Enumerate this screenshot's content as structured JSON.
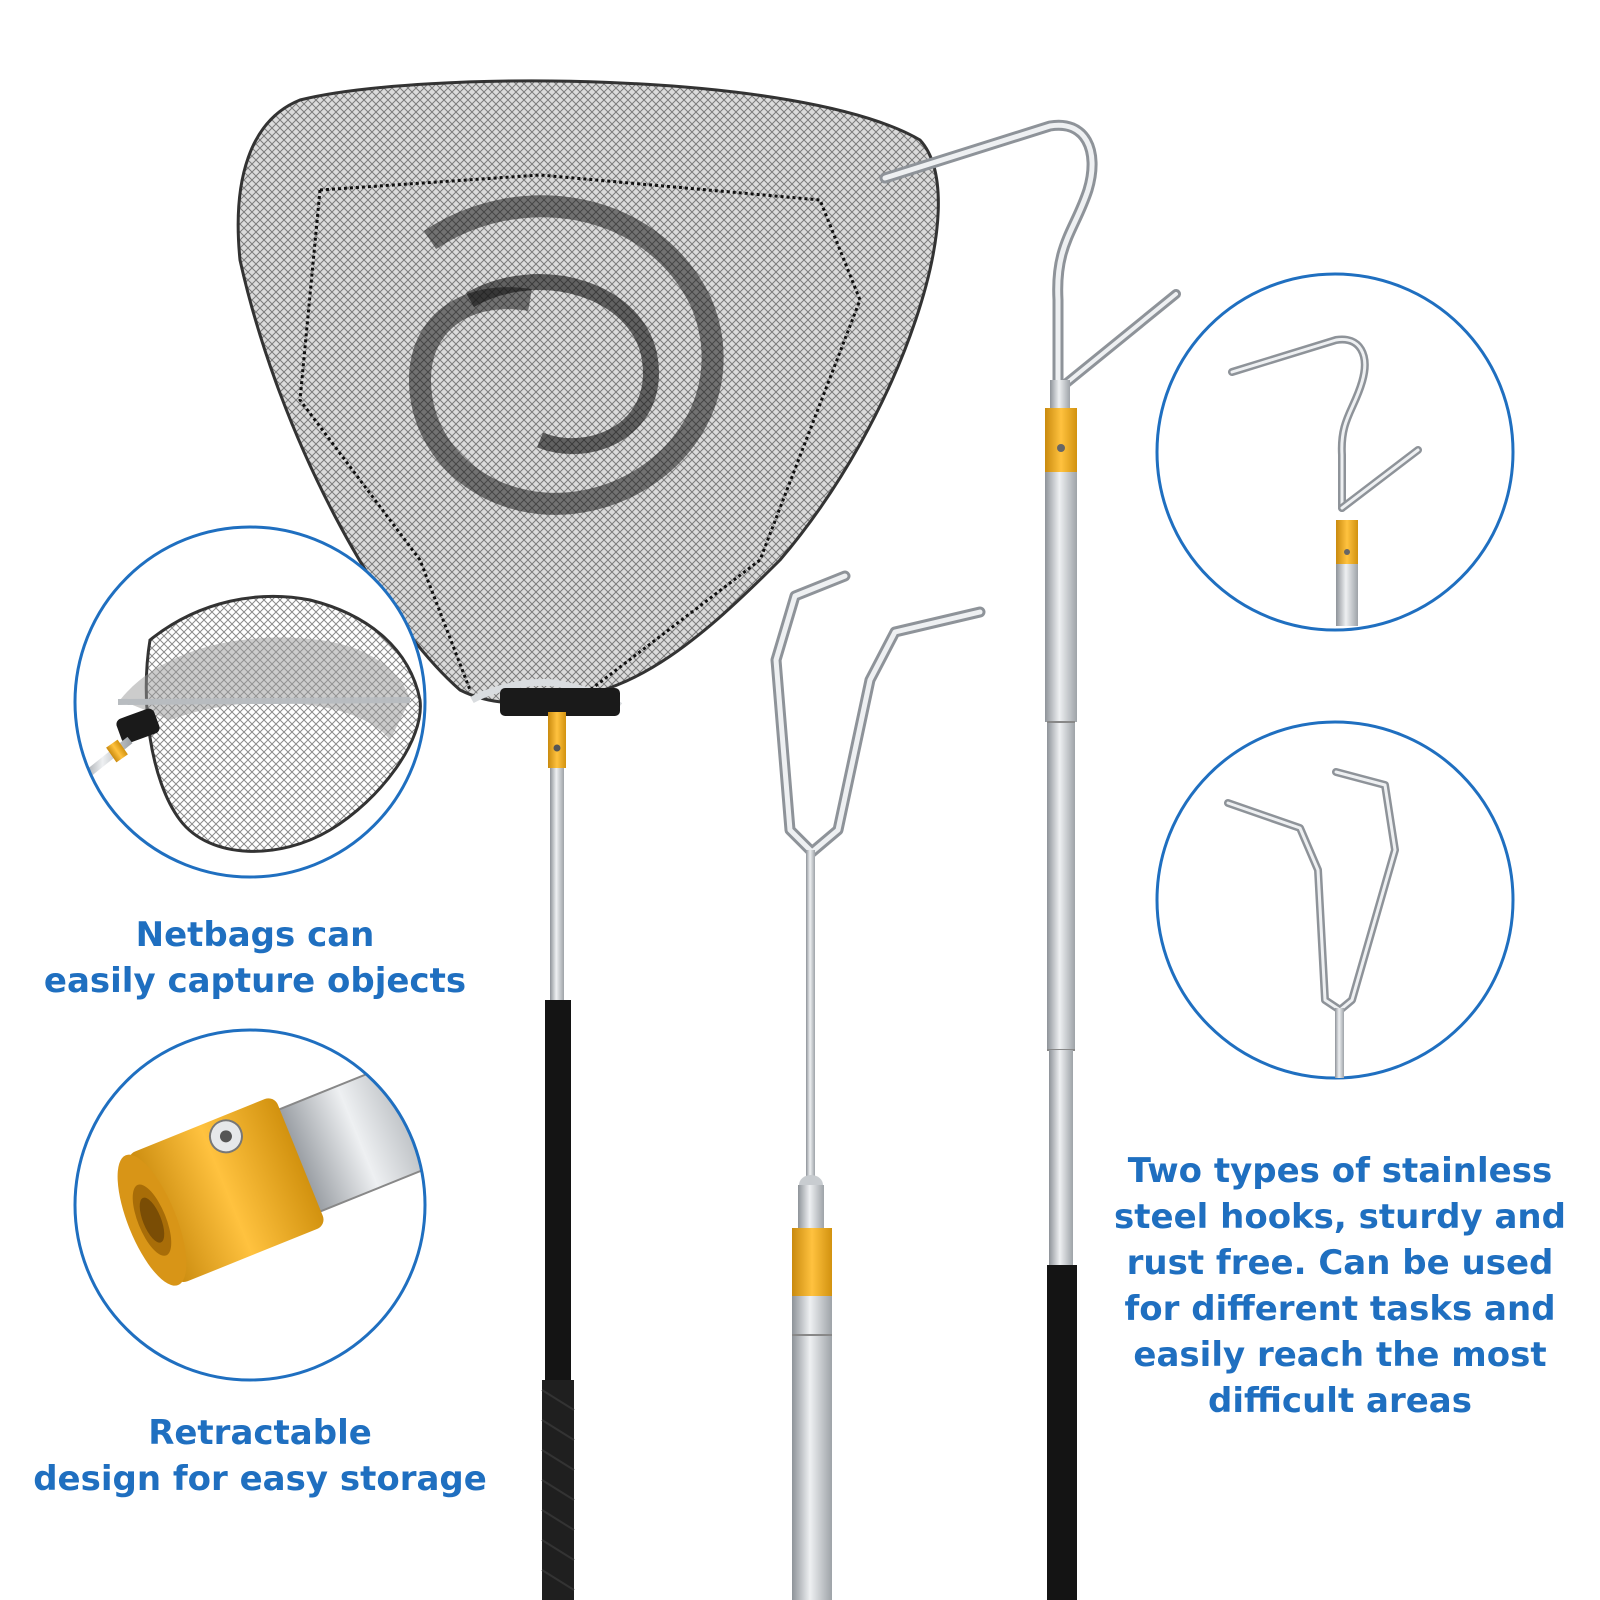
{
  "captions": {
    "netbags": "Netbags can\neasily capture objects",
    "retractable": "Retractable\ndesign for easy storage",
    "hooks": "Two types of stainless\nsteel hooks, sturdy and\nrust free. Can be used\nfor different tasks and\neasily reach the most\ndifficult areas"
  },
  "colors": {
    "accent_blue": "#1f6fc0",
    "gold": "#e7a21a",
    "steel": "#c8ccd0",
    "net": "#2a2a2a",
    "handle": "#111111"
  },
  "icons": [
    "landing-net",
    "net-bag-detail",
    "retractable-joint-detail",
    "gaff-hook",
    "fork-hook",
    "gaff-hook-detail",
    "fork-hook-detail"
  ]
}
